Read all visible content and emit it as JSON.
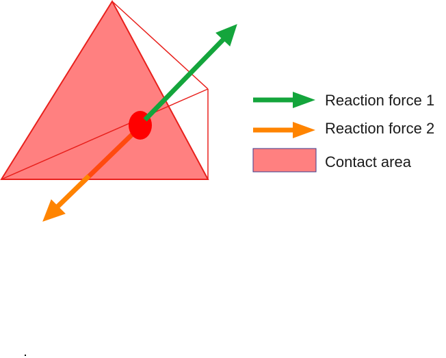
{
  "colors": {
    "contact_fill": "#ff8080",
    "contact_stroke": "#e8201c",
    "reaction_force_1": "#14a53c",
    "reaction_force_2": "#ff8400",
    "contact_point": "#ff0000",
    "legend_swatch_border": "#3a3a8c"
  },
  "diagram": {
    "elements": [
      {
        "name": "contact-area-triangle",
        "kind": "contact area"
      },
      {
        "name": "wireframe-edges",
        "kind": "outline"
      },
      {
        "name": "reaction-force-1-arrow",
        "kind": "arrow",
        "series": "Reaction force 1"
      },
      {
        "name": "reaction-force-2-arrow",
        "kind": "arrow",
        "series": "Reaction force 2"
      },
      {
        "name": "contact-point",
        "kind": "point"
      }
    ]
  },
  "legend": {
    "items": [
      {
        "label": "Reaction force 1",
        "symbol": "arrow",
        "color": "#14a53c"
      },
      {
        "label": "Reaction force 2",
        "symbol": "arrow",
        "color": "#ff8400"
      },
      {
        "label": "Contact area",
        "symbol": "swatch",
        "color": "#ff8080"
      }
    ]
  }
}
